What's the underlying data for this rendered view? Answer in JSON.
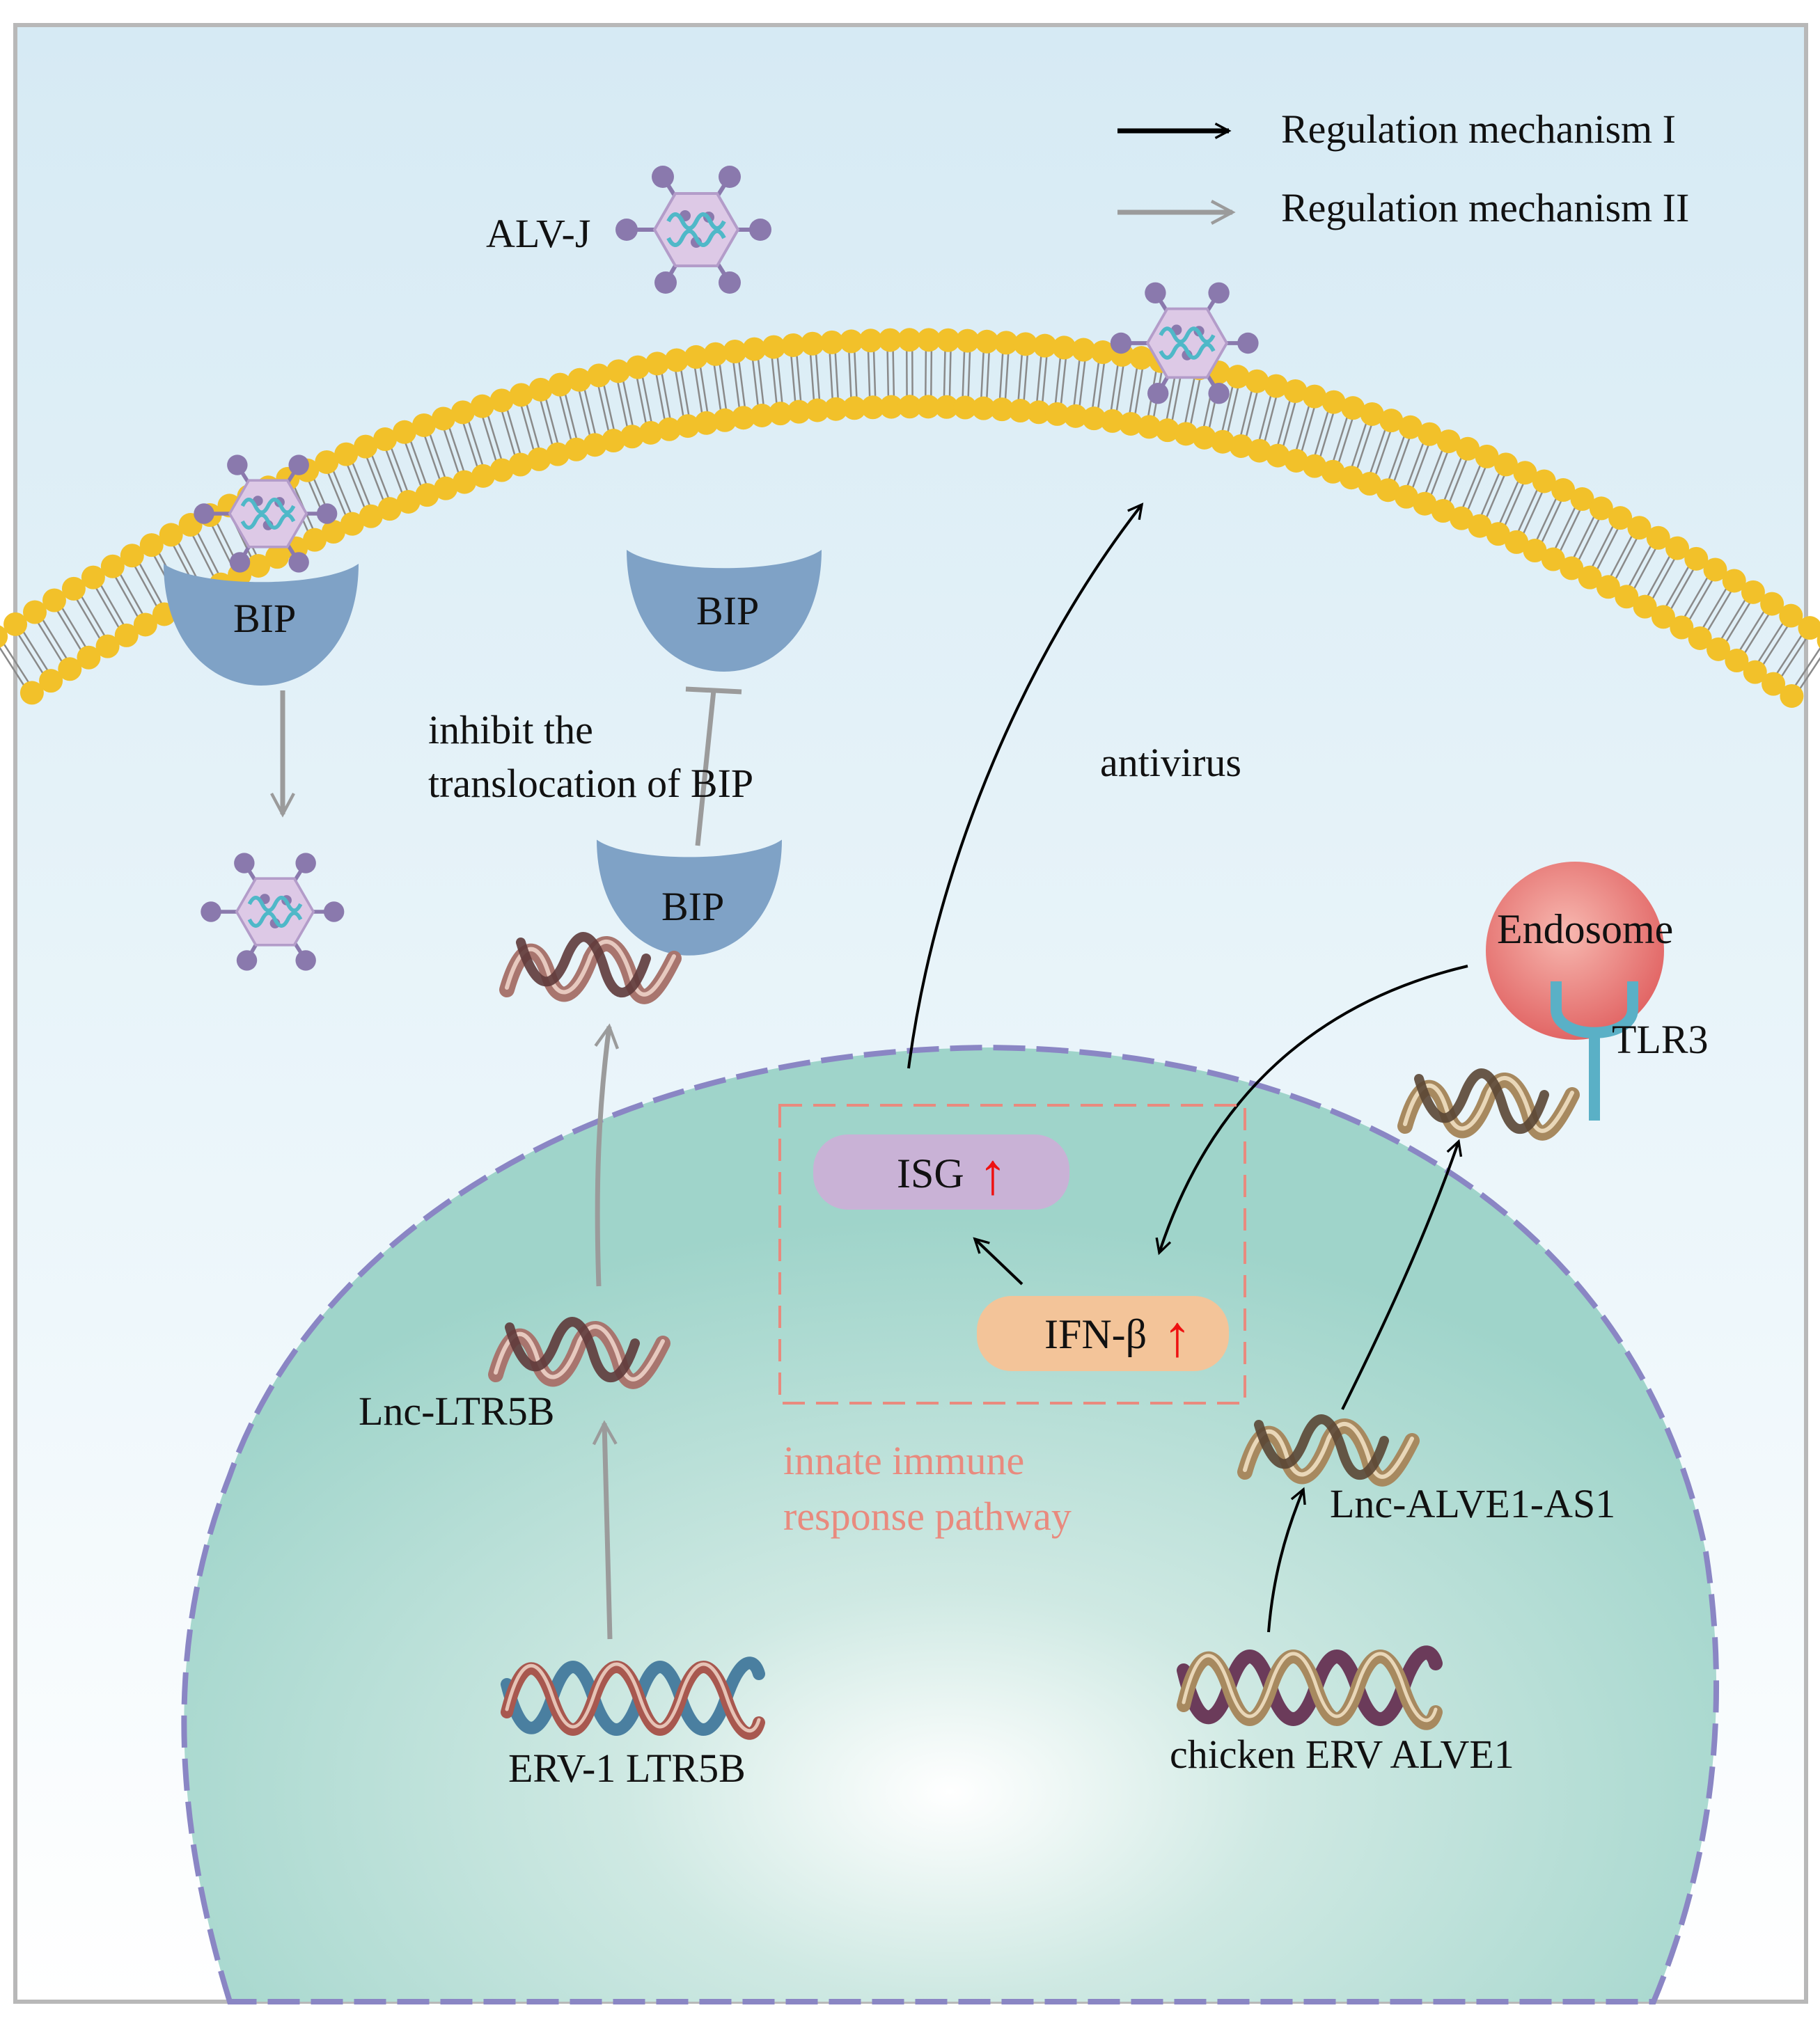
{
  "legend": {
    "mechanism_1": "Regulation mechanism I",
    "mechanism_2": "Regulation mechanism II"
  },
  "virus_label": "ALV-J",
  "bip_label": "BIP",
  "inhibit_text_line1": "inhibit the",
  "inhibit_text_line2": "translocation of BIP",
  "antivirus_label": "antivirus",
  "endosome_label": "Endosome",
  "tlr3_label": "TLR3",
  "isg_label": "ISG",
  "ifn_label": "IFN-β",
  "up_arrow_glyph": "↑",
  "pathway_line1": "innate immune",
  "pathway_line2": "response pathway",
  "lnc_ltr5b_label": "Lnc-LTR5B",
  "erv1_label": "ERV-1 LTR5B",
  "lnc_alve1_label": "Lnc-ALVE1-AS1",
  "chicken_erv_label": "chicken ERV ALVE1",
  "colors": {
    "membrane_head": "#f2c12a",
    "bip": "#7fa2c6",
    "nucleus": "#9ed3c9",
    "endosome": "#e46666",
    "tlr3": "#5ab0c6",
    "isg_box": "#c9b2d6",
    "ifn_box": "#f3c499",
    "pathway": "#e98a7e",
    "up_arrow": "#ee1111",
    "mechanism_1_arrow": "#000000",
    "mechanism_2_arrow": "#9b9b9b"
  }
}
